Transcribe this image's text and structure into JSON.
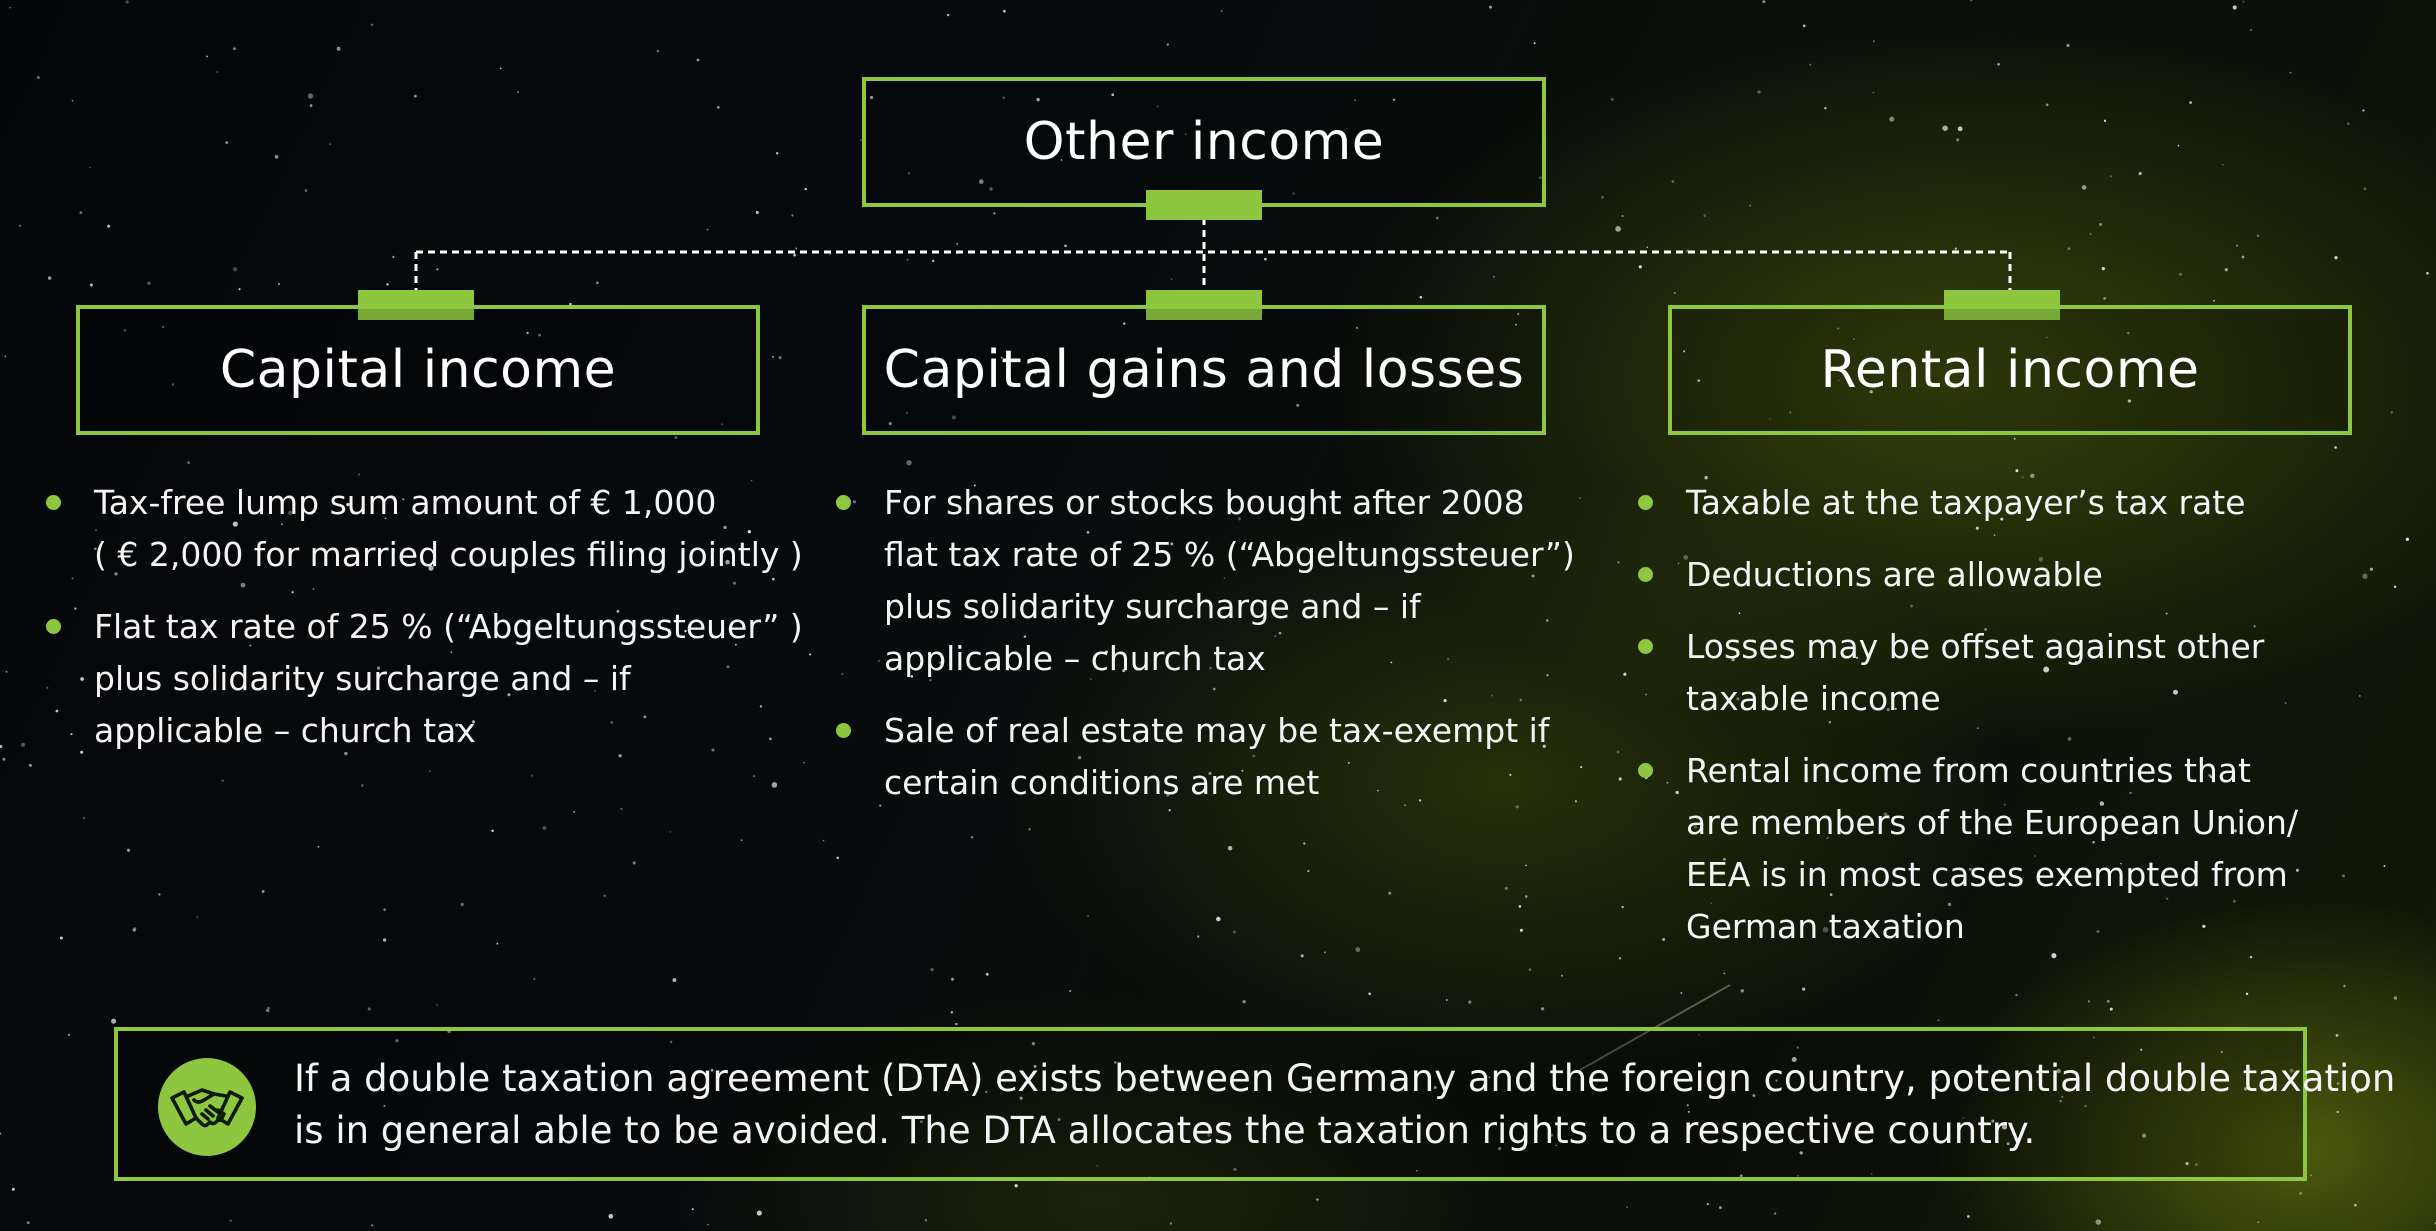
{
  "diagram": {
    "root": {
      "title": "Other income"
    },
    "branches": [
      {
        "title": "Capital income",
        "bullets": [
          [
            "Tax-free lump sum amount of € 1,000",
            "( € 2,000 for married couples filing jointly )"
          ],
          [
            "Flat tax rate of 25 % (“Abgeltungssteuer” )",
            "plus solidarity surcharge and – if",
            "applicable – church tax"
          ]
        ]
      },
      {
        "title": "Capital gains and losses",
        "bullets": [
          [
            "For shares or stocks bought after 2008",
            "flat tax rate of 25 % (“Abgeltungssteuer”)",
            "plus solidarity surcharge and – if",
            "applicable – church tax"
          ],
          [
            "Sale of real estate may be tax-exempt if",
            "certain conditions are met"
          ]
        ]
      },
      {
        "title": "Rental income",
        "bullets": [
          [
            "Taxable at the taxpayer’s tax rate"
          ],
          [
            "Deductions are allowable"
          ],
          [
            "Losses may be offset against other",
            "taxable income"
          ],
          [
            "Rental income from countries that",
            "are members of the European Union/",
            "EEA is in most cases exempted from",
            "German taxation"
          ]
        ]
      }
    ]
  },
  "note": {
    "icon": "handshake-icon",
    "lines": [
      "If a double taxation agreement (DTA) exists between Germany and the foreign country, potential double taxation",
      "is in general able to be avoided. The DTA allocates the taxation rights to a respective country."
    ]
  },
  "colors": {
    "accent": "#8dc63f",
    "text": "#f4f4f4",
    "background": "#05070a"
  }
}
